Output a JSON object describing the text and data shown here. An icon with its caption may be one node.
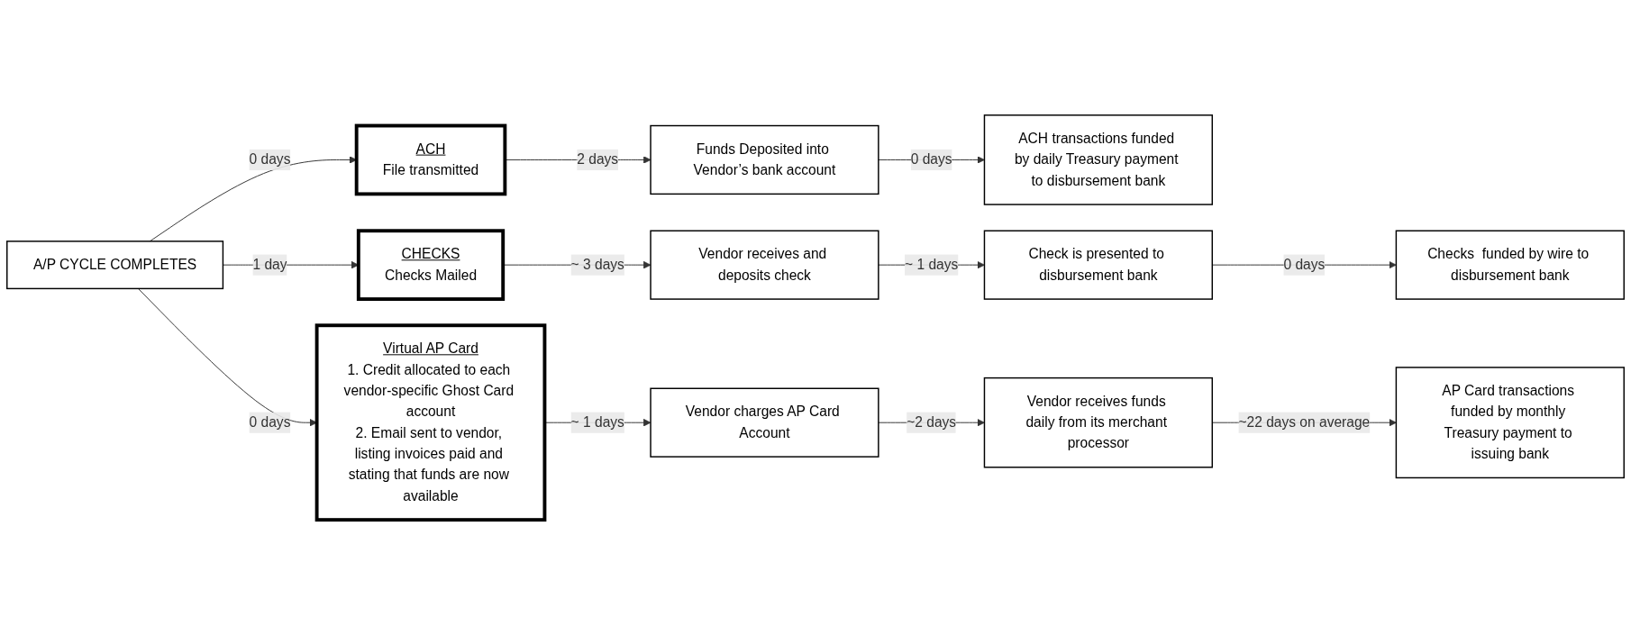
{
  "diagram": {
    "nodes": [
      {
        "text": [
          "A/P CYCLE COMPLETES"
        ]
      },
      {
        "text": [
          "ACH",
          "File transmitted"
        ]
      },
      {
        "text": [
          "Funds Deposited into Vendor’s bank account"
        ]
      },
      {
        "text": [
          "ACH transactions funded by daily Treasury payment to disbursement bank"
        ]
      },
      {
        "text": [
          "CHECKS",
          "Checks Mailed"
        ]
      },
      {
        "text": [
          "Vendor receives and deposits check"
        ]
      },
      {
        "text": [
          "Check is presented to disbursement bank"
        ]
      },
      {
        "text": [
          "Checks  funded by wire to disbursement bank"
        ]
      },
      {
        "text": [
          "Virtual AP Card",
          "1. Credit allocated to each vendor-specific Ghost Card account",
          "2. Email sent to vendor, listing invoices paid and stating that funds are now available"
        ]
      },
      {
        "text": [
          "Vendor charges AP Card Account"
        ]
      },
      {
        "text": [
          "Vendor receives funds daily from its merchant processor"
        ]
      },
      {
        "text": [
          "AP Card transactions funded by monthly Treasury payment to issuing bank"
        ]
      }
    ],
    "edges": [
      {
        "from": 0,
        "to": 1,
        "arrow": "to",
        "label": "0 days"
      },
      {
        "from": 1,
        "to": 2,
        "arrow": "to",
        "label": "2 days"
      },
      {
        "from": 2,
        "to": 3,
        "arrow": "to",
        "label": "0 days"
      },
      {
        "from": 0,
        "to": 4,
        "arrow": "to",
        "label": "1 day"
      },
      {
        "from": 4,
        "to": 5,
        "arrow": "to",
        "label": "~ 3 days"
      },
      {
        "from": 5,
        "to": 6,
        "arrow": "to",
        "label": "~ 1 days"
      },
      {
        "from": 6,
        "to": 7,
        "arrow": "to",
        "label": "0 days"
      },
      {
        "from": 0,
        "to": 8,
        "arrow": "to",
        "label": "0 days"
      },
      {
        "from": 8,
        "to": 9,
        "arrow": "to",
        "label": "~ 1 days"
      },
      {
        "from": 9,
        "to": 10,
        "arrow": "to",
        "label": "~2 days"
      },
      {
        "from": 10,
        "to": 11,
        "arrow": "to",
        "label": "~22 days on average"
      }
    ]
  }
}
